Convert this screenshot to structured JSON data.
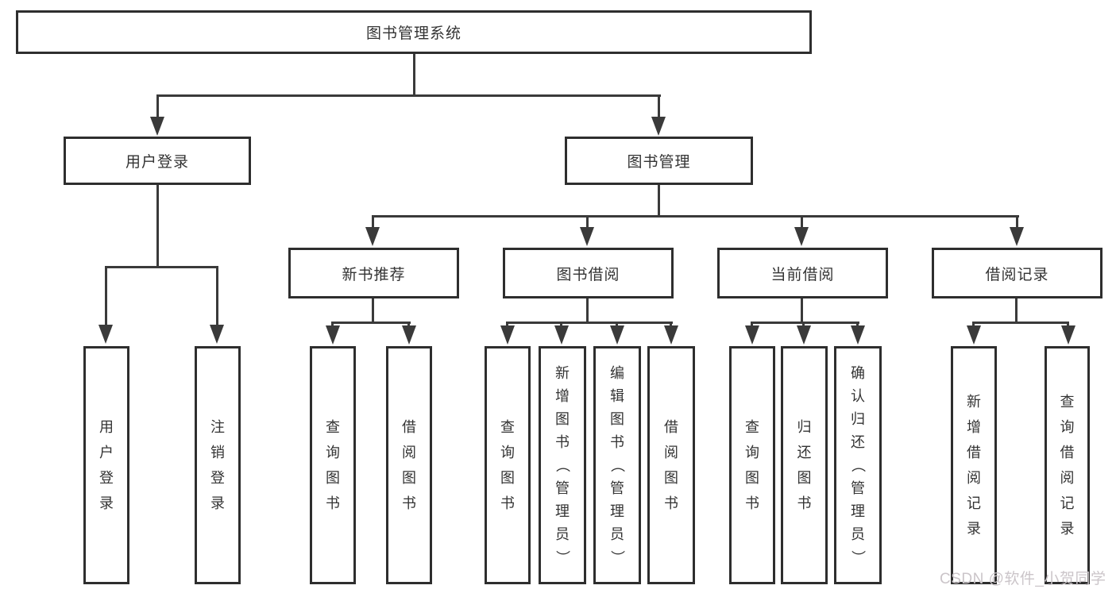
{
  "colors": {
    "background": "#ffffff",
    "box_border": "#2e2e2e",
    "line": "#3a3a3a",
    "text": "#333333",
    "watermark": "#cbc5c9"
  },
  "diagram": {
    "root": {
      "label": "图书管理系统"
    },
    "level2": [
      {
        "label": "用户登录"
      },
      {
        "label": "图书管理"
      }
    ],
    "level3": [
      {
        "label": "新书推荐"
      },
      {
        "label": "图书借阅"
      },
      {
        "label": "当前借阅"
      },
      {
        "label": "借阅记录"
      }
    ],
    "leaves": [
      {
        "label": "用户登录"
      },
      {
        "label": "注销登录"
      },
      {
        "label": "查询图书"
      },
      {
        "label": "借阅图书"
      },
      {
        "label": "查询图书"
      },
      {
        "label": "新增图书（管理员）"
      },
      {
        "label": "编辑图书（管理员）"
      },
      {
        "label": "借阅图书"
      },
      {
        "label": "查询图书"
      },
      {
        "label": "归还图书"
      },
      {
        "label": "确认归还（管理员）"
      },
      {
        "label": "新增借阅记录"
      },
      {
        "label": "查询借阅记录"
      }
    ]
  },
  "watermark": {
    "text": "CSDN @软件_小贺同学"
  }
}
